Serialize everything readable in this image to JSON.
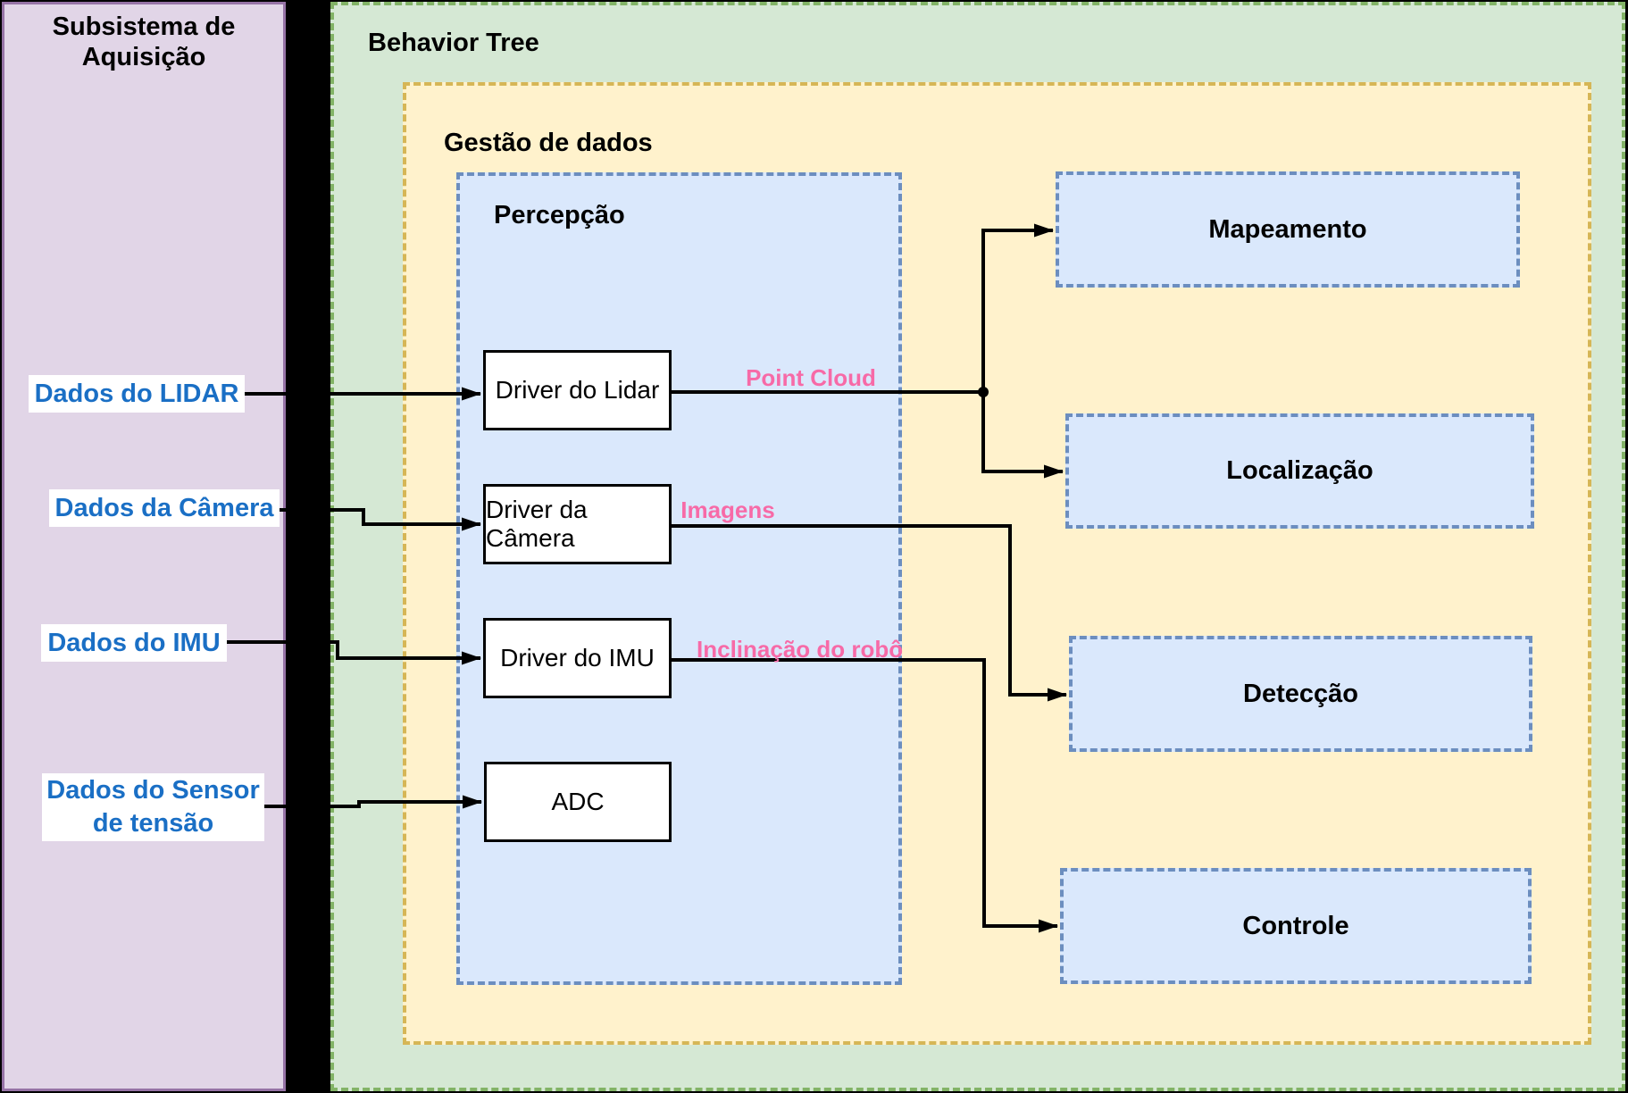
{
  "diagram": {
    "acquisition_panel": {
      "title": "Subsistema de Aquisição"
    },
    "behavior_tree_panel": {
      "title": "Behavior Tree"
    },
    "data_management_panel": {
      "title": "Gestão de dados"
    },
    "perception_panel": {
      "title": "Percepção"
    },
    "sources": [
      {
        "label": "Dados do LIDAR"
      },
      {
        "label": "Dados da Câmera"
      },
      {
        "label": "Dados do IMU"
      },
      {
        "label": "Dados do Sensor de tensão"
      }
    ],
    "drivers": [
      {
        "label": "Driver do Lidar"
      },
      {
        "label": "Driver da Câmera"
      },
      {
        "label": "Driver do IMU"
      },
      {
        "label": "ADC"
      }
    ],
    "bt_nodes": [
      {
        "label": "Mapeamento"
      },
      {
        "label": "Localização"
      },
      {
        "label": "Detecção"
      },
      {
        "label": "Controle"
      }
    ],
    "flow_labels": [
      {
        "label": "Point Cloud"
      },
      {
        "label": "Imagens"
      },
      {
        "label": "Inclinação do robô"
      }
    ],
    "colors": {
      "acquisition_fill": "#E1D5E7",
      "acquisition_stroke": "#9673A6",
      "behavior_fill": "#D5E8D4",
      "behavior_stroke": "#82B366",
      "data_mgmt_fill": "#FFF2CC",
      "data_mgmt_stroke": "#D6B656",
      "node_fill": "#DAE8FC",
      "node_stroke": "#6C8EBF",
      "driver_fill": "#FFFFFF",
      "source_text": "#1A6FC5",
      "flow_text": "#F76AA7",
      "connector": "#000000",
      "background": "#000000"
    }
  }
}
